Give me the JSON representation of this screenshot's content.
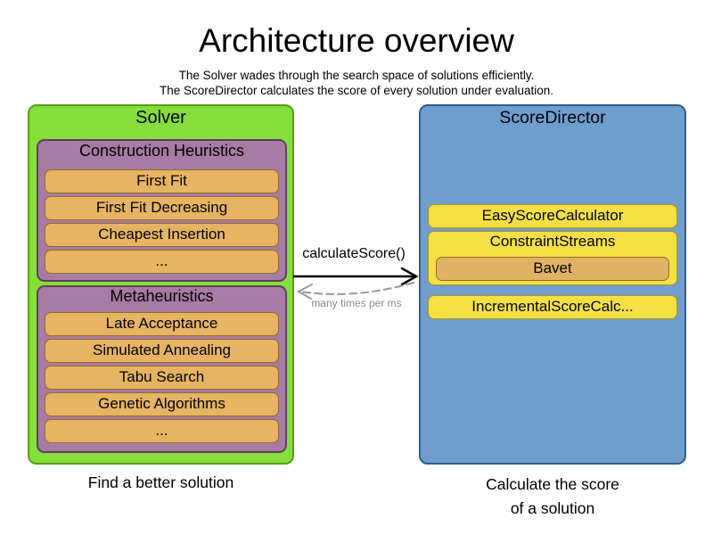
{
  "title": "Architecture overview",
  "subtitle": {
    "line1": "The Solver wades through the search space of solutions efficiently.",
    "line2": "The ScoreDirector calculates the score of every solution under evaluation."
  },
  "solver": {
    "title": "Solver",
    "caption": "Find a better solution",
    "construction_heuristics": {
      "title": "Construction Heuristics",
      "items": [
        "First Fit",
        "First Fit Decreasing",
        "Cheapest Insertion",
        "..."
      ]
    },
    "metaheuristics": {
      "title": "Metaheuristics",
      "items": [
        "Late Acceptance",
        "Simulated Annealing",
        "Tabu Search",
        "Genetic Algorithms",
        "..."
      ]
    }
  },
  "score_director": {
    "title": "ScoreDirector",
    "caption_line1": "Calculate the score",
    "caption_line2": "of a solution",
    "easy_score_calculator": "EasyScoreCalculator",
    "constraint_streams": {
      "title": "ConstraintStreams",
      "inner": "Bavet"
    },
    "incremental_score_calculator": "IncrementalScoreCalc..."
  },
  "arrow": {
    "call_label": "calculateScore()",
    "frequency_label": "many times per ms"
  },
  "colors": {
    "solver_fill": "#85de3a",
    "solver_border": "#55a017",
    "group_fill": "#a77ba4",
    "group_border": "#5e3f5c",
    "algorithm_fill": "#e6b462",
    "algorithm_border": "#916d25",
    "score_director_fill": "#6f9dce",
    "score_director_border": "#2e5d8e",
    "calculator_fill": "#f5e044",
    "calculator_border": "#b1951c",
    "bavet_fill": "#e2b264",
    "solid_arrow": "#000000",
    "dashed_arrow": "#999999",
    "frequency_label_text": "#8c8c8c"
  }
}
